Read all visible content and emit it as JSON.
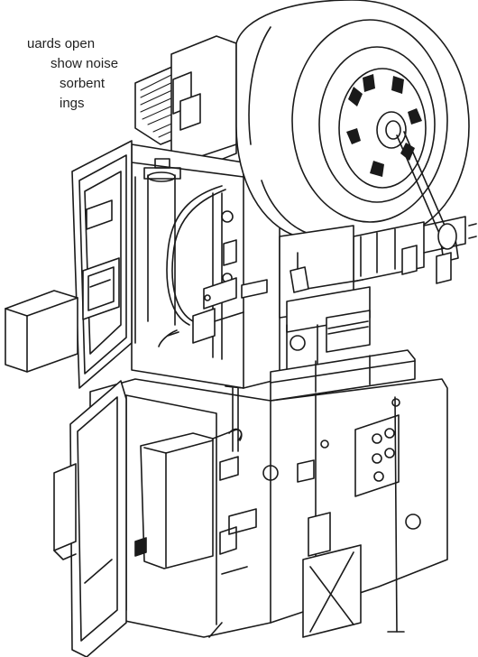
{
  "figure": {
    "caption_lines": [
      "uards open",
      "show noise",
      "sorbent",
      "ings"
    ]
  },
  "illustration": {
    "subject": "power press with guards open",
    "line_color": "#1a1a1a",
    "background": "#ffffff"
  }
}
